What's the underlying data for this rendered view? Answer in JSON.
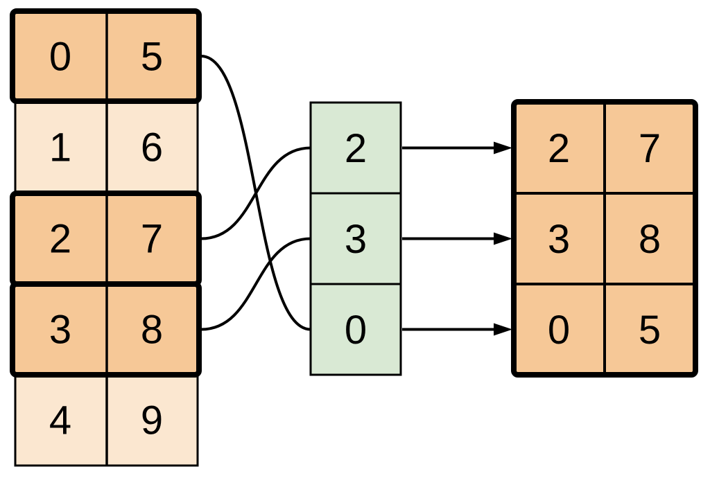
{
  "source_table": {
    "rows": [
      {
        "cells": [
          "0",
          "5"
        ],
        "highlighted": true
      },
      {
        "cells": [
          "1",
          "6"
        ],
        "highlighted": false
      },
      {
        "cells": [
          "2",
          "7"
        ],
        "highlighted": true
      },
      {
        "cells": [
          "3",
          "8"
        ],
        "highlighted": true
      },
      {
        "cells": [
          "4",
          "9"
        ],
        "highlighted": false
      }
    ]
  },
  "index_column": {
    "cells": [
      "2",
      "3",
      "0"
    ]
  },
  "result_table": {
    "rows": [
      [
        "2",
        "7"
      ],
      [
        "3",
        "8"
      ],
      [
        "0",
        "5"
      ]
    ]
  },
  "connections": {
    "curves": [
      {
        "from_source_row": 0,
        "to_index_cell": 2
      },
      {
        "from_source_row": 2,
        "to_index_cell": 0
      },
      {
        "from_source_row": 3,
        "to_index_cell": 1
      }
    ],
    "arrows": [
      {
        "from_index_cell": 0,
        "to_result_row": 0
      },
      {
        "from_index_cell": 1,
        "to_result_row": 1
      },
      {
        "from_index_cell": 2,
        "to_result_row": 2
      }
    ]
  },
  "colors": {
    "highlight_fill": "#F6C897",
    "muted_fill": "#FBE7D0",
    "index_fill": "#D9E9D4",
    "stroke": "#000000",
    "background": "#FFFFFF"
  }
}
